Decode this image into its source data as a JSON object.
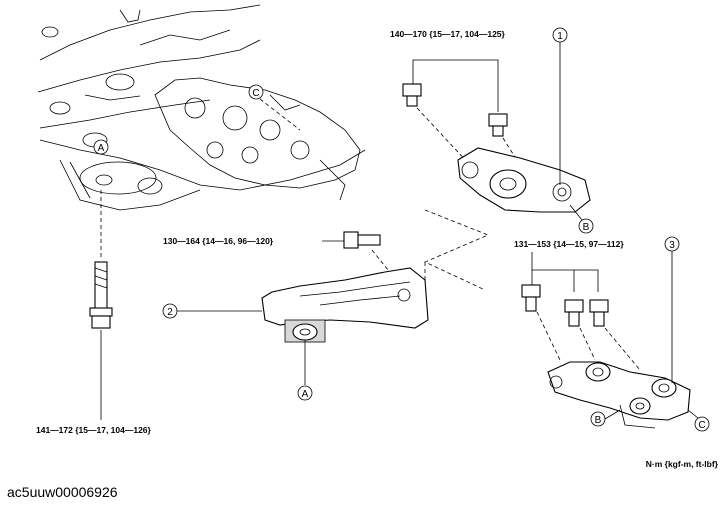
{
  "torques": {
    "bolt_top_right": "140—170 {15—17, 104—125}",
    "bolt_center": "130—164 {14—16, 96—120}",
    "bolt_right_group": "131—153 {14—15, 97—112}",
    "bolt_left_bottom": "141—172 {15—17, 104—126}"
  },
  "callouts": {
    "part1": "1",
    "part2": "2",
    "part3": "3",
    "mark_a": "A",
    "mark_b": "B",
    "mark_c": "C"
  },
  "units": "N·m {kgf-m, ft-lbf}",
  "caption": "ac5uuw00006926"
}
